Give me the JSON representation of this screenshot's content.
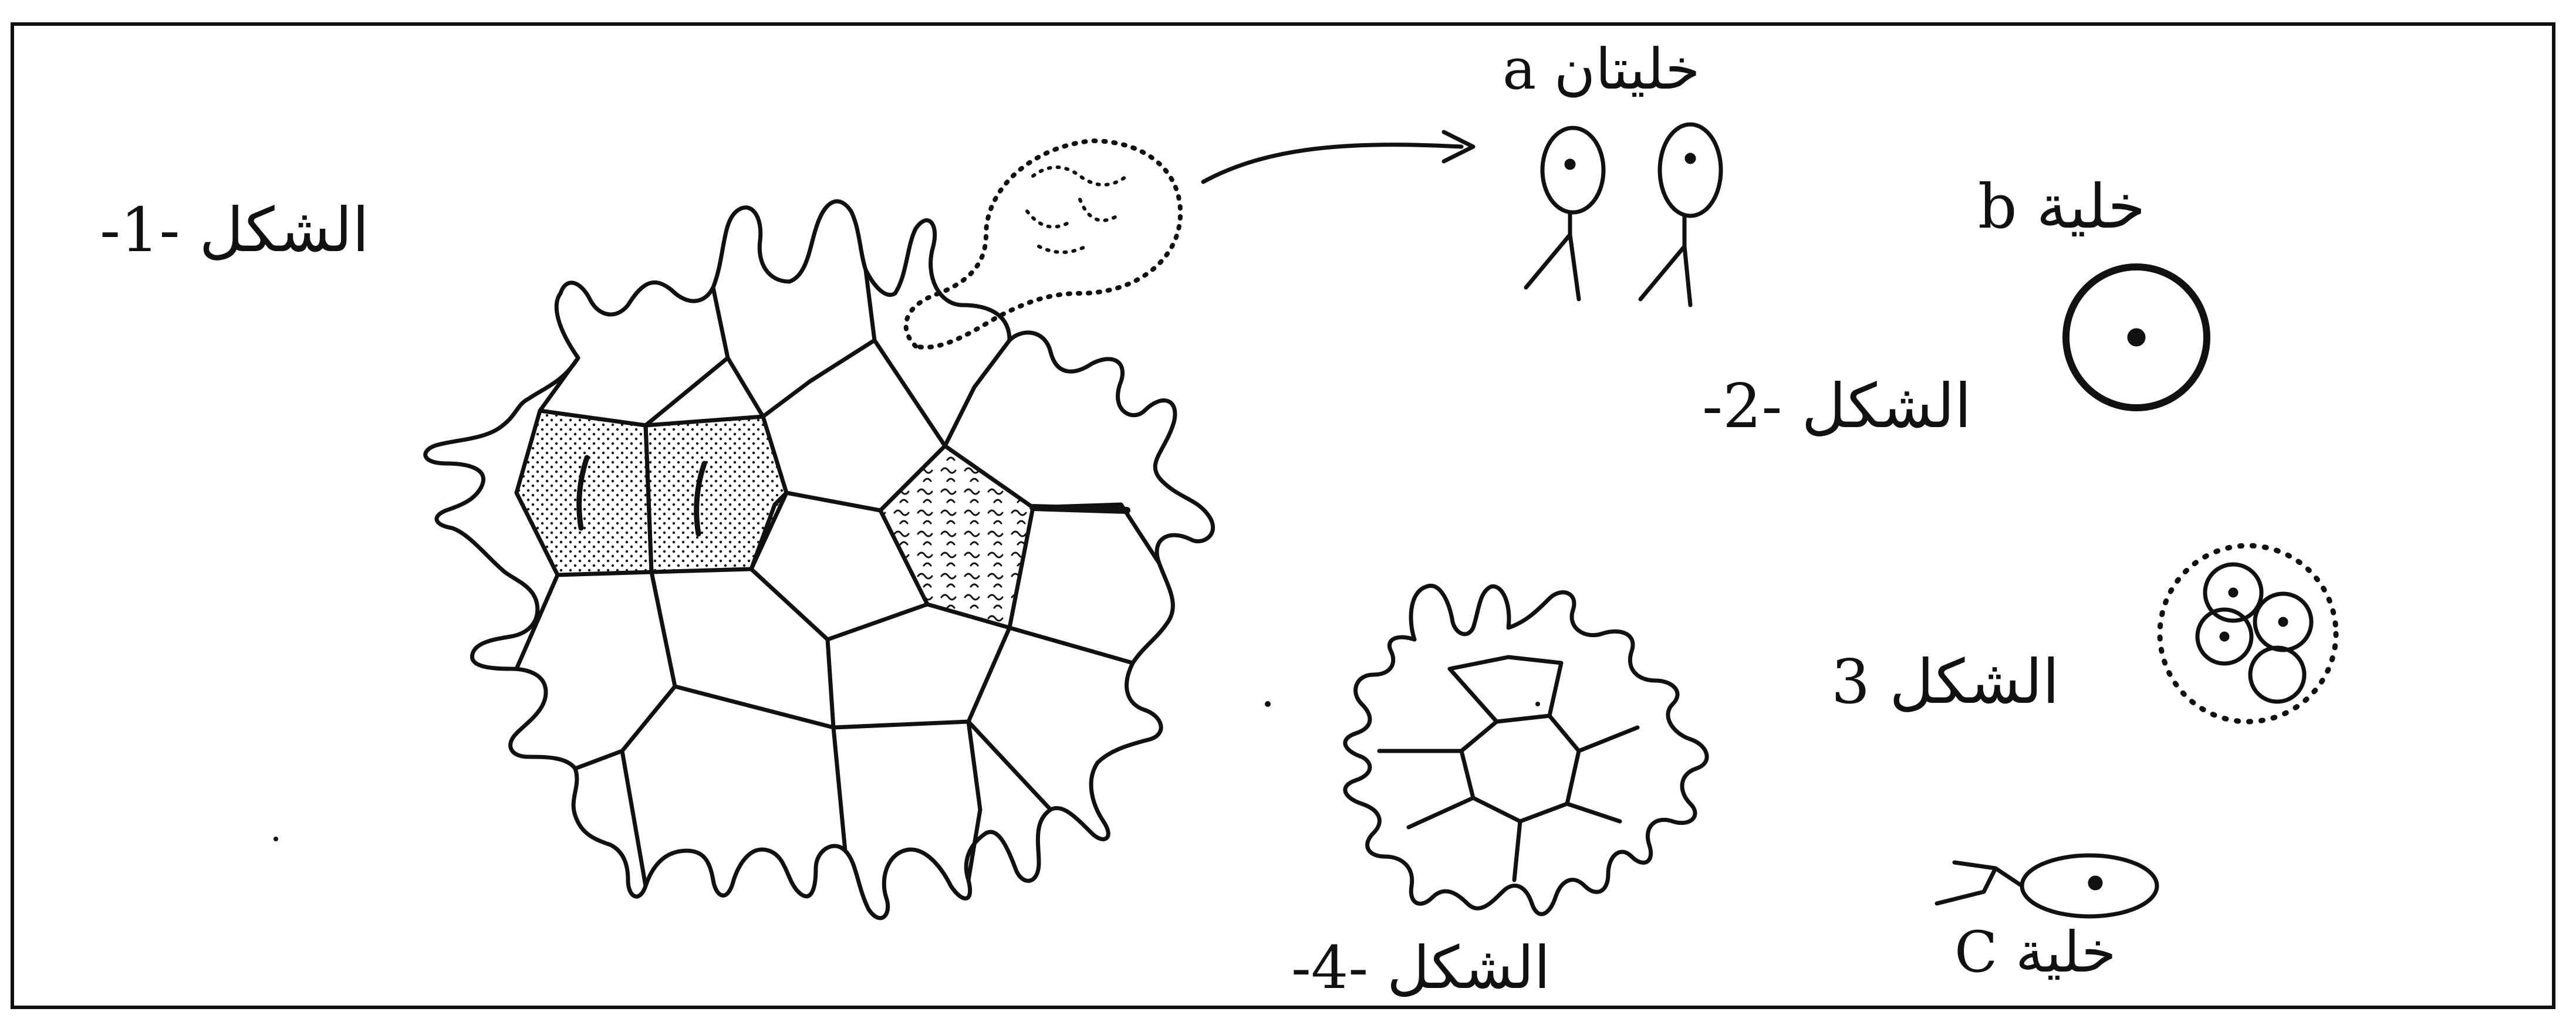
{
  "labels": {
    "figure1": "الشكل -1-",
    "figure2": "الشكل -2-",
    "figure3": "الشكل 3",
    "figure4": "الشكل -4-",
    "cell_a": "خليتان a",
    "cell_b": "خلية b",
    "cell_c": "خلية C"
  },
  "colors": {
    "ink": "#111111",
    "paper": "#ffffff"
  }
}
